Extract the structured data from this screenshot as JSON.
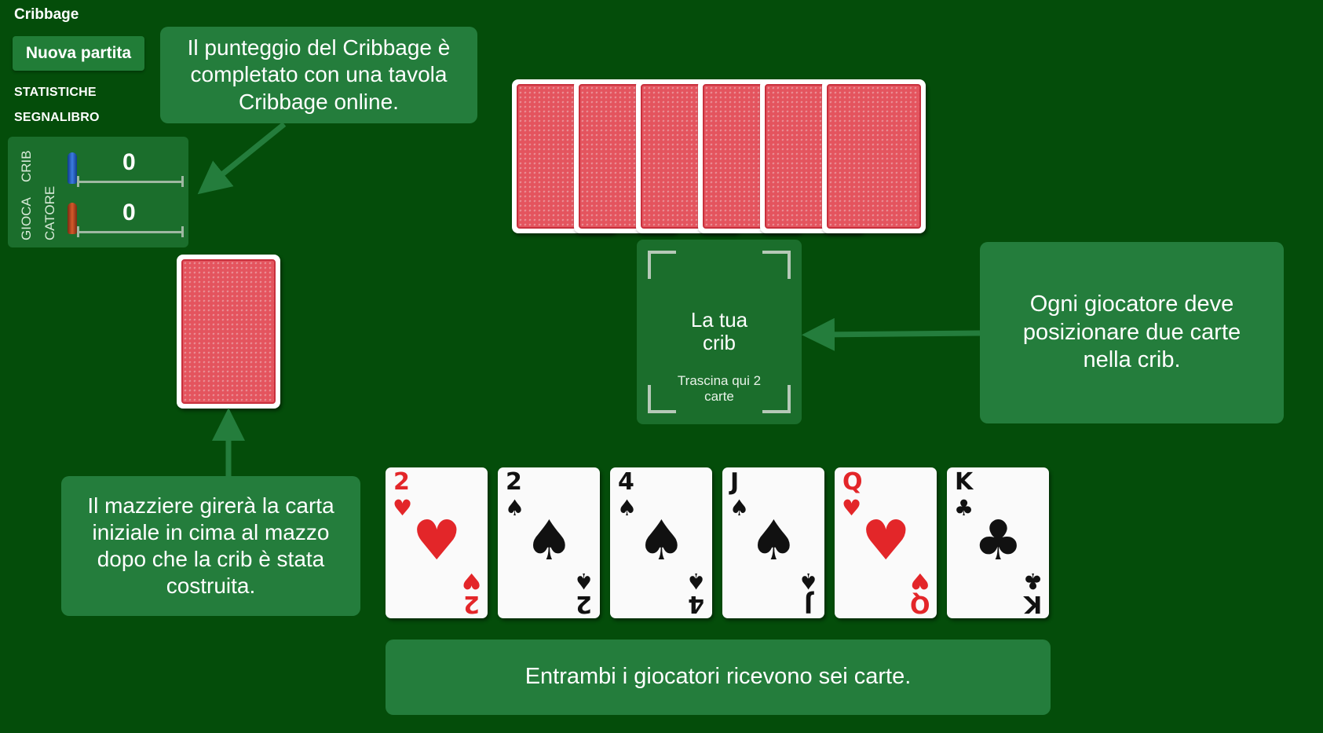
{
  "app": {
    "title": "Cribbage"
  },
  "sidebar": {
    "new_game_label": "Nuova partita",
    "links": [
      "STATISTICHE",
      "SEGNALIBRO"
    ]
  },
  "scoreboard": {
    "crib_label": "CRIB",
    "player_label_1": "GIOCA",
    "player_label_2": "CATORE",
    "crib_score": "0",
    "player_score": "0"
  },
  "callouts": {
    "scoreboard_tip": "Il punteggio del Cribbage è completato con una tavola Cribbage online.",
    "crib_tip": "Ogni giocatore deve posizionare due carte nella crib.",
    "deck_tip": "Il mazziere girerà la carta iniziale in cima al mazzo dopo che la crib è stata costruita.",
    "hand_tip": "Entrambi i giocatori ricevono sei carte."
  },
  "crib": {
    "title": "La tua crib",
    "hint": "Trascina qui 2 carte"
  },
  "opponent_hand": {
    "card_count": 6
  },
  "player_hand": [
    {
      "rank": "2",
      "suit": "♥",
      "color": "red"
    },
    {
      "rank": "2",
      "suit": "♠",
      "color": "black"
    },
    {
      "rank": "4",
      "suit": "♠",
      "color": "black"
    },
    {
      "rank": "J",
      "suit": "♠",
      "color": "black"
    },
    {
      "rank": "Q",
      "suit": "♥",
      "color": "red"
    },
    {
      "rank": "K",
      "suit": "♣",
      "color": "black"
    }
  ],
  "colors": {
    "table": "#044d0a",
    "panel": "#1b6e2c",
    "callout": "#247d3c",
    "card_back": "#e4545e",
    "red_suit": "#e32629",
    "black_suit": "#111111"
  }
}
